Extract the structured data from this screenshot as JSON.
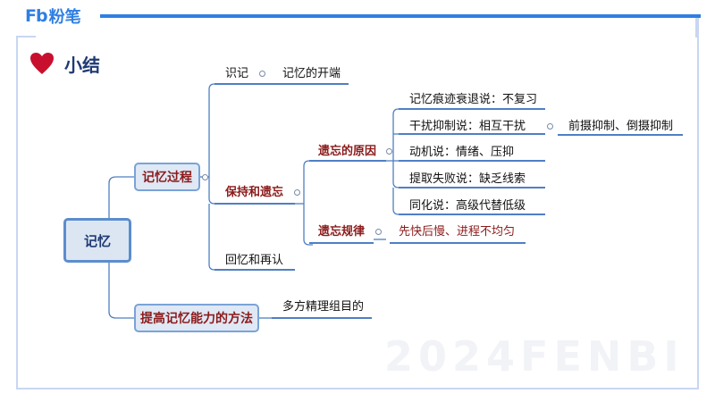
{
  "header": {
    "logo_mark": "Fb",
    "logo_text": "粉笔"
  },
  "section": {
    "title": "小结",
    "icon": "heart-icon"
  },
  "watermark": "2024FENBI",
  "colors": {
    "brand": "#2f7fe3",
    "node_red": "#8b1a1a",
    "line": "#4f7fc4"
  },
  "mindmap": {
    "root": "记忆",
    "branch1": {
      "label": "记忆过程",
      "identify": {
        "label": "识记",
        "child": "记忆的开端"
      },
      "retain": {
        "label": "保持和遗忘",
        "cause": {
          "label": "遗忘的原因",
          "items": [
            "记忆痕迹衰退说：不复习",
            "干扰抑制说：相互干扰",
            "动机说：情绪、压抑",
            "提取失败说：缺乏线索",
            "同化说：高级代替低级"
          ],
          "interference_child": "前摄抑制、倒摄抑制"
        },
        "law": {
          "label": "遗忘规律",
          "child": "先快后慢、进程不均匀"
        }
      },
      "recall": {
        "label": "回忆和再认"
      }
    },
    "branch2": {
      "label": "提高记忆能力的方法",
      "child": "多方精理组目的"
    }
  }
}
